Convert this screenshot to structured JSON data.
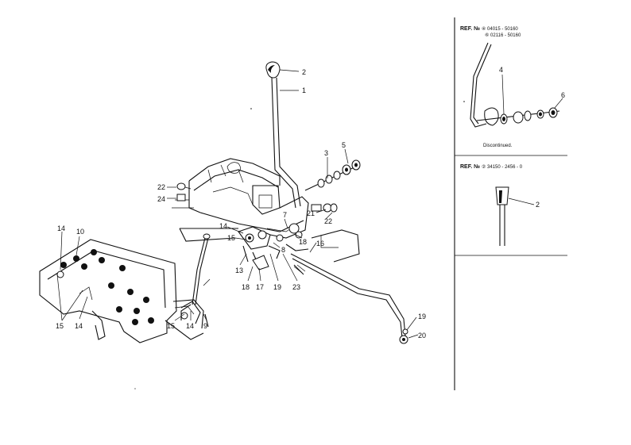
{
  "callouts": {
    "c1": "1",
    "c2": "2",
    "c3": "3",
    "c5": "5",
    "c7": "7",
    "c22a": "22",
    "c24": "24",
    "c21": "21",
    "c22b": "22",
    "c14a": "14",
    "c10": "10",
    "c14b": "14",
    "c15a": "15",
    "c18a": "18",
    "c16": "16",
    "c13": "13",
    "c18b": "18",
    "c17": "17",
    "c19a": "19",
    "c23": "23",
    "c8": "8",
    "c15b": "15",
    "c14c": "14",
    "c15c": "15",
    "c14d": "14",
    "c9": "9",
    "c19b": "19",
    "c20": "20"
  },
  "inset_top": {
    "ref_label": "REF. №",
    "line1": "④ 04015 - 50160",
    "line2": "⑥ 02116 - 50160",
    "c4": "4",
    "c6": "6",
    "note": "Discontinued."
  },
  "inset_mid": {
    "ref_label": "REF. №",
    "line1": "② 34150 - 2456 - 0",
    "c2": "2"
  },
  "colors": {
    "ink": "#111111",
    "paper": "#ffffff"
  }
}
